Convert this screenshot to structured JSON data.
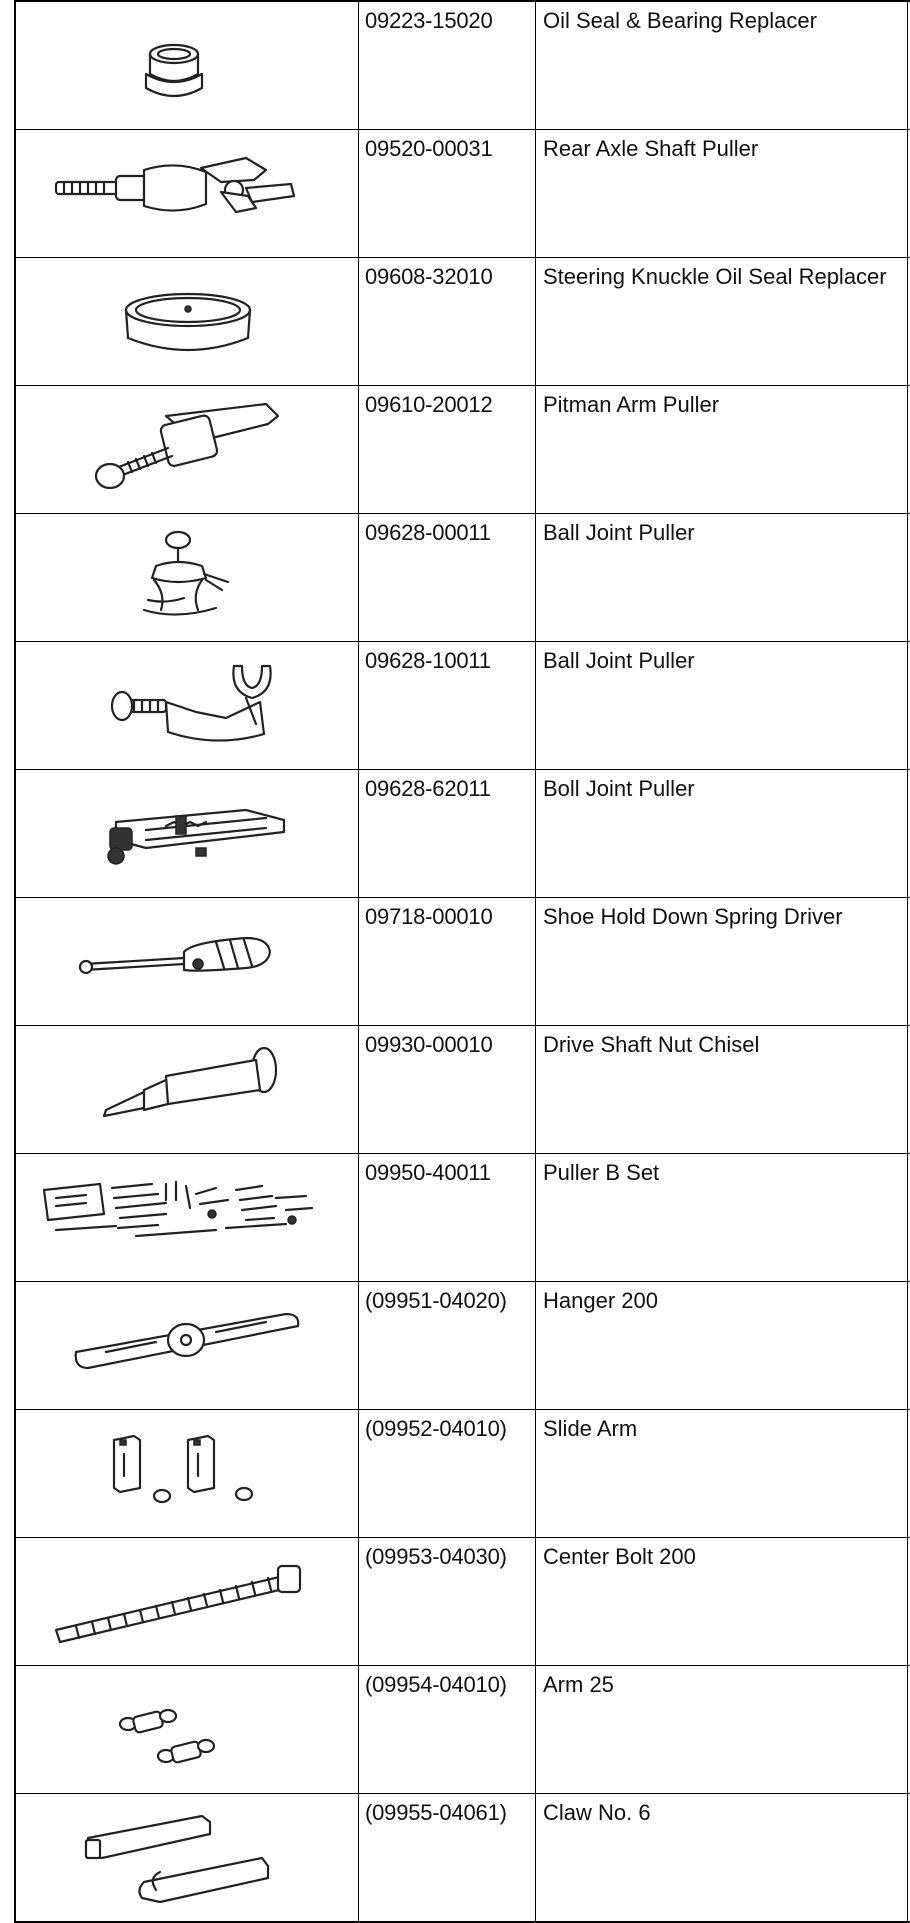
{
  "rows": [
    {
      "code": "09223-15020",
      "name": "Oil Seal & Bearing Replacer",
      "icon": "cylinder-cup-icon"
    },
    {
      "code": "09520-00031",
      "name": "Rear Axle Shaft Puller",
      "icon": "axle-puller-icon"
    },
    {
      "code": "09608-32010",
      "name": "Steering Knuckle Oil Seal Replacer",
      "icon": "disc-replacer-icon"
    },
    {
      "code": "09610-20012",
      "name": "Pitman Arm Puller",
      "icon": "pitman-puller-icon"
    },
    {
      "code": "09628-00011",
      "name": "Ball Joint Puller",
      "icon": "ball-joint-puller-icon"
    },
    {
      "code": "09628-10011",
      "name": "Ball Joint Puller",
      "icon": "fork-puller-icon"
    },
    {
      "code": "09628-62011",
      "name": "Boll Joint Puller",
      "icon": "frame-puller-icon"
    },
    {
      "code": "09718-00010",
      "name": "Shoe Hold Down Spring Driver",
      "icon": "screwdriver-icon"
    },
    {
      "code": "09930-00010",
      "name": "Drive Shaft Nut Chisel",
      "icon": "chisel-icon"
    },
    {
      "code": "09950-40011",
      "name": "Puller B Set",
      "icon": "parts-set-icon"
    },
    {
      "code": "(09951-04020)",
      "name": "Hanger 200",
      "icon": "hanger-icon"
    },
    {
      "code": "(09952-04010)",
      "name": "Slide Arm",
      "icon": "slide-arm-icon"
    },
    {
      "code": "(09953-04030)",
      "name": "Center Bolt 200",
      "icon": "threaded-bolt-icon"
    },
    {
      "code": "(09954-04010)",
      "name": "Arm 25",
      "icon": "arm-pieces-icon"
    },
    {
      "code": "(09955-04061)",
      "name": "Claw No. 6",
      "icon": "claw-icon"
    }
  ]
}
